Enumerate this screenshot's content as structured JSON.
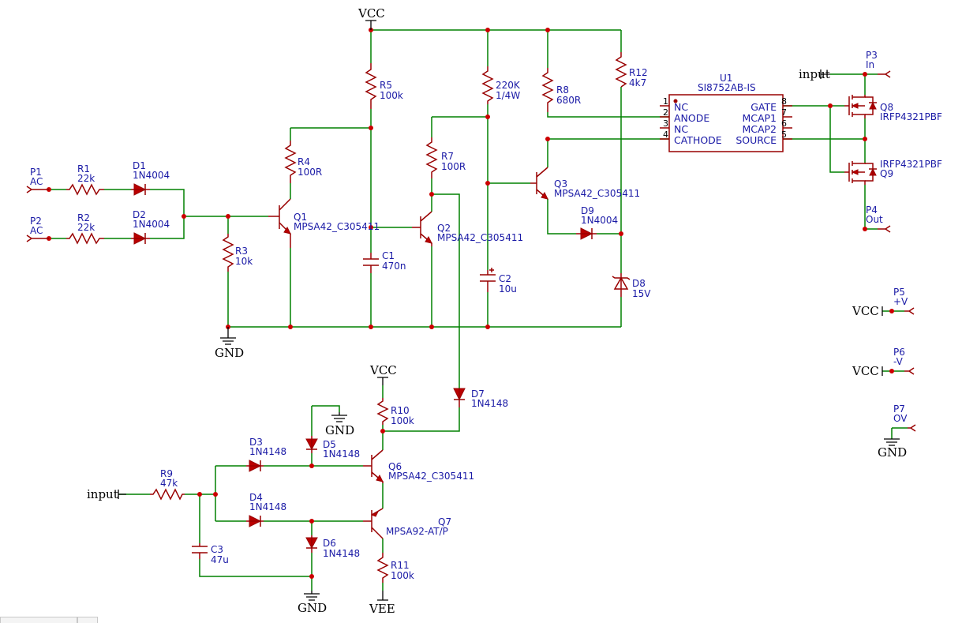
{
  "nets": {
    "vcc_top": "VCC",
    "gnd_main": "GND",
    "vcc_r10": "VCC",
    "gnd_d5": "GND",
    "gnd_c3": "GND",
    "vee": "VEE",
    "input_u1": "input",
    "input_r9": "input",
    "vcc_p5": "VCC",
    "vcc_p6": "VCC",
    "gnd_p7": "GND"
  },
  "components": {
    "P1": {
      "ref": "P1",
      "value": "AC"
    },
    "P2": {
      "ref": "P2",
      "value": "AC"
    },
    "R1": {
      "ref": "R1",
      "value": "22k"
    },
    "R2": {
      "ref": "R2",
      "value": "22k"
    },
    "D1": {
      "ref": "D1",
      "value": "1N4004"
    },
    "D2": {
      "ref": "D2",
      "value": "1N4004"
    },
    "R3": {
      "ref": "R3",
      "value": "10k"
    },
    "R4": {
      "ref": "R4",
      "value": "100R"
    },
    "Q1": {
      "ref": "Q1",
      "value": "MPSA42_C305411"
    },
    "R5": {
      "ref": "R5",
      "value": "100k"
    },
    "C1": {
      "ref": "C1",
      "value": "470n"
    },
    "R7": {
      "ref": "R7",
      "value": "100R"
    },
    "Q2": {
      "ref": "Q2",
      "value": "MPSA42_C305411"
    },
    "R6": {
      "ref": "220K",
      "value": "1/4W"
    },
    "C2": {
      "ref": "C2",
      "value": "10u"
    },
    "R8": {
      "ref": "R8",
      "value": "680R"
    },
    "Q3": {
      "ref": "Q3",
      "value": "MPSA42_C305411"
    },
    "D9": {
      "ref": "D9",
      "value": "1N4004"
    },
    "R12": {
      "ref": "R12",
      "value": "4k7"
    },
    "D8": {
      "ref": "D8",
      "value": "15V"
    },
    "U1": {
      "ref": "U1",
      "value": "SI8752AB-IS"
    },
    "Q8": {
      "ref": "Q8",
      "value": "IRFP4321PBF"
    },
    "Q9": {
      "ref": "Q9",
      "value": "IRFP4321PBF"
    },
    "P3": {
      "ref": "P3",
      "value": "In"
    },
    "P4": {
      "ref": "P4",
      "value": "Out"
    },
    "P5": {
      "ref": "P5",
      "value": "+V"
    },
    "P6": {
      "ref": "P6",
      "value": "-V"
    },
    "P7": {
      "ref": "P7",
      "value": "OV"
    },
    "D7": {
      "ref": "D7",
      "value": "1N4148"
    },
    "R10": {
      "ref": "R10",
      "value": "100k"
    },
    "D3": {
      "ref": "D3",
      "value": "1N4148"
    },
    "D5": {
      "ref": "D5",
      "value": "1N4148"
    },
    "Q6": {
      "ref": "Q6",
      "value": "MPSA42_C305411"
    },
    "R9": {
      "ref": "R9",
      "value": "47k"
    },
    "D4": {
      "ref": "D4",
      "value": "1N4148"
    },
    "Q7": {
      "ref": "Q7",
      "value": "MPSA92-AT/P"
    },
    "C3": {
      "ref": "C3",
      "value": "47u"
    },
    "D6": {
      "ref": "D6",
      "value": "1N4148"
    },
    "R11": {
      "ref": "R11",
      "value": "100k"
    }
  },
  "u1_pins": {
    "left": [
      {
        "num": "1",
        "name": "NC"
      },
      {
        "num": "2",
        "name": "ANODE"
      },
      {
        "num": "3",
        "name": "NC"
      },
      {
        "num": "4",
        "name": "CATHODE"
      }
    ],
    "right": [
      {
        "num": "8",
        "name": "GATE"
      },
      {
        "num": "7",
        "name": "MCAP1"
      },
      {
        "num": "6",
        "name": "MCAP2"
      },
      {
        "num": "5",
        "name": "SOURCE"
      }
    ]
  },
  "colors": {
    "wire": "#008000",
    "component": "#990000",
    "label": "#1a1aa6",
    "junction": "#cc0000"
  }
}
